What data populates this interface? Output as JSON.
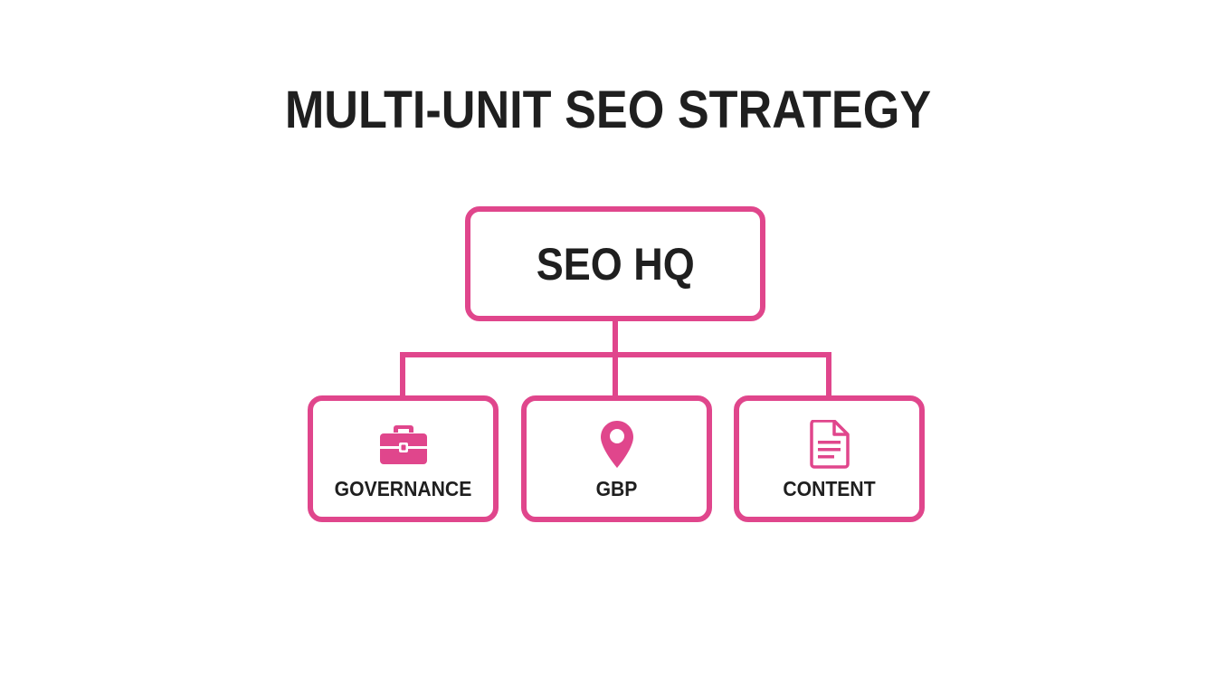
{
  "title": "MULTI-UNIT SEO STRATEGY",
  "accent_color": "#e0468c",
  "text_color": "#1f1f1f",
  "hq": {
    "label": "SEO HQ"
  },
  "children": [
    {
      "label": "GOVERNANCE",
      "icon": "briefcase-icon"
    },
    {
      "label": "GBP",
      "icon": "map-pin-icon"
    },
    {
      "label": "CONTENT",
      "icon": "document-icon"
    }
  ]
}
